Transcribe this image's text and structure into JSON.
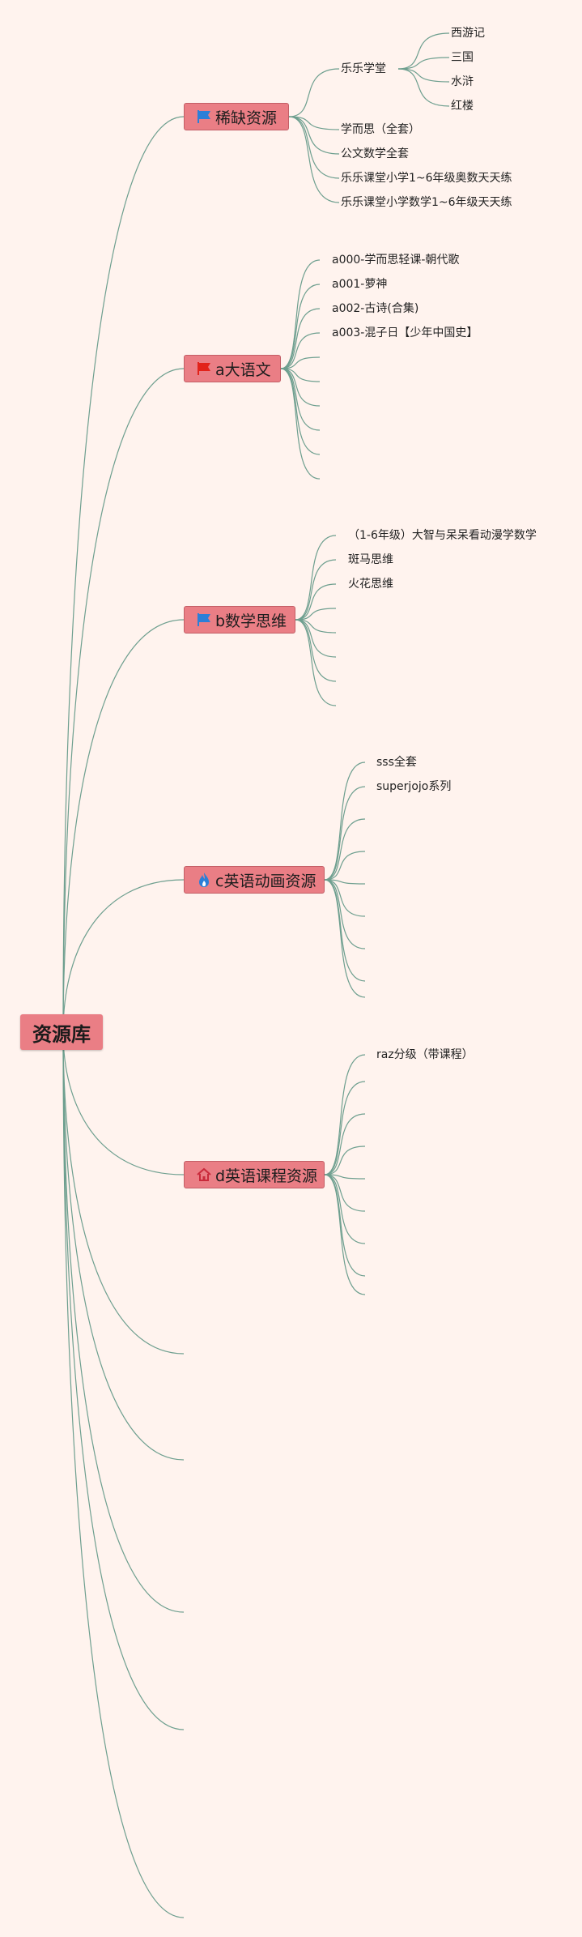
{
  "root": {
    "label": "资源库"
  },
  "branches": [
    {
      "label": "稀缺资源",
      "icon": "blue-flag-icon",
      "children": [
        {
          "label": "乐乐学堂",
          "children": [
            "西游记",
            "三国",
            "水浒",
            "红楼"
          ]
        },
        {
          "label": "学而思（全套）"
        },
        {
          "label": "公文数学全套"
        },
        {
          "label": "乐乐课堂小学1~6年级奥数天天练"
        },
        {
          "label": "乐乐课堂小学数学1~6年级天天练"
        }
      ]
    },
    {
      "label": "a大语文",
      "icon": "red-flag-icon",
      "children": [
        {
          "label": "a000-学而思轻课-朝代歌"
        },
        {
          "label": "a001-萝神"
        },
        {
          "label": "a002-古诗(合集)"
        },
        {
          "label": "a003-混子日【少年中国史】"
        }
      ]
    },
    {
      "label": "b数学思维",
      "icon": "blue-flag-icon",
      "children": [
        {
          "label": "（1-6年级）大智与呆呆看动漫学数学"
        },
        {
          "label": "斑马思维"
        },
        {
          "label": "火花思维"
        }
      ]
    },
    {
      "label": "c英语动画资源",
      "icon": "flame-icon",
      "children": [
        {
          "label": "sss全套"
        },
        {
          "label": "superjojo系列"
        }
      ]
    },
    {
      "label": "d英语课程资源",
      "icon": "home-icon",
      "children": [
        {
          "label": "raz分级（带课程）"
        }
      ]
    }
  ],
  "colors": {
    "background": "#fff3ee",
    "node": "#ea7e85",
    "edge": "#6e9f8f",
    "blue_icon": "#2b7fd8",
    "red_icon": "#e2231a"
  }
}
